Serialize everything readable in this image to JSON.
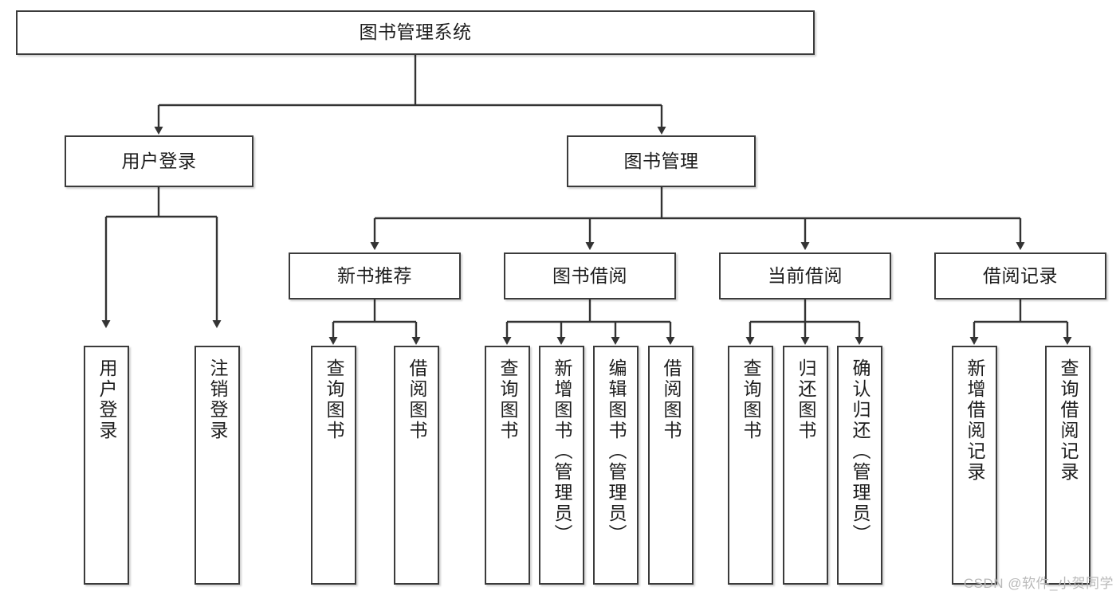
{
  "diagram": {
    "type": "tree-hierarchy",
    "title": "图书管理系统",
    "watermark": "CSDN @软件_小贺同学",
    "colors": {
      "box_border": "#3b3b3b",
      "box_fill": "#ffffff",
      "connector": "#333333",
      "text": "#1d1d1d",
      "watermark": "#b9b9b9",
      "background": "#ffffff"
    },
    "levels": [
      {
        "level": 1,
        "nodes": [
          {
            "id": "root",
            "label": "图书管理系统",
            "orientation": "horizontal"
          }
        ]
      },
      {
        "level": 2,
        "nodes": [
          {
            "id": "user-login",
            "label": "用户登录",
            "orientation": "horizontal",
            "parent": "root"
          },
          {
            "id": "book-manage",
            "label": "图书管理",
            "orientation": "horizontal",
            "parent": "root"
          }
        ]
      },
      {
        "level": 3,
        "nodes": [
          {
            "id": "new-book-rec",
            "label": "新书推荐",
            "orientation": "horizontal",
            "parent": "book-manage"
          },
          {
            "id": "book-borrow",
            "label": "图书借阅",
            "orientation": "horizontal",
            "parent": "book-manage"
          },
          {
            "id": "current-borrow",
            "label": "当前借阅",
            "orientation": "horizontal",
            "parent": "book-manage"
          },
          {
            "id": "borrow-record",
            "label": "借阅记录",
            "orientation": "horizontal",
            "parent": "book-manage"
          }
        ]
      },
      {
        "level": 4,
        "nodes": [
          {
            "id": "leaf-user-login",
            "label": "用户登录",
            "orientation": "vertical",
            "parent": "user-login"
          },
          {
            "id": "leaf-logout",
            "label": "注销登录",
            "orientation": "vertical",
            "parent": "user-login"
          },
          {
            "id": "leaf-query-book-1",
            "label": "查询图书",
            "orientation": "vertical",
            "parent": "new-book-rec"
          },
          {
            "id": "leaf-borrow-book-1",
            "label": "借阅图书",
            "orientation": "vertical",
            "parent": "new-book-rec"
          },
          {
            "id": "leaf-query-book-2",
            "label": "查询图书",
            "orientation": "vertical",
            "parent": "book-borrow"
          },
          {
            "id": "leaf-add-book",
            "label": "新增图书（管理员）",
            "orientation": "vertical",
            "parent": "book-borrow"
          },
          {
            "id": "leaf-edit-book",
            "label": "编辑图书（管理员）",
            "orientation": "vertical",
            "parent": "book-borrow"
          },
          {
            "id": "leaf-borrow-book-2",
            "label": "借阅图书",
            "orientation": "vertical",
            "parent": "book-borrow"
          },
          {
            "id": "leaf-query-book-3",
            "label": "查询图书",
            "orientation": "vertical",
            "parent": "current-borrow"
          },
          {
            "id": "leaf-return-book",
            "label": "归还图书",
            "orientation": "vertical",
            "parent": "current-borrow"
          },
          {
            "id": "leaf-confirm-return",
            "label": "确认归还（管理员）",
            "orientation": "vertical",
            "parent": "current-borrow"
          },
          {
            "id": "leaf-add-record",
            "label": "新增借阅记录",
            "orientation": "vertical",
            "parent": "borrow-record"
          },
          {
            "id": "leaf-query-record",
            "label": "查询借阅记录",
            "orientation": "vertical",
            "parent": "borrow-record"
          }
        ]
      }
    ]
  }
}
